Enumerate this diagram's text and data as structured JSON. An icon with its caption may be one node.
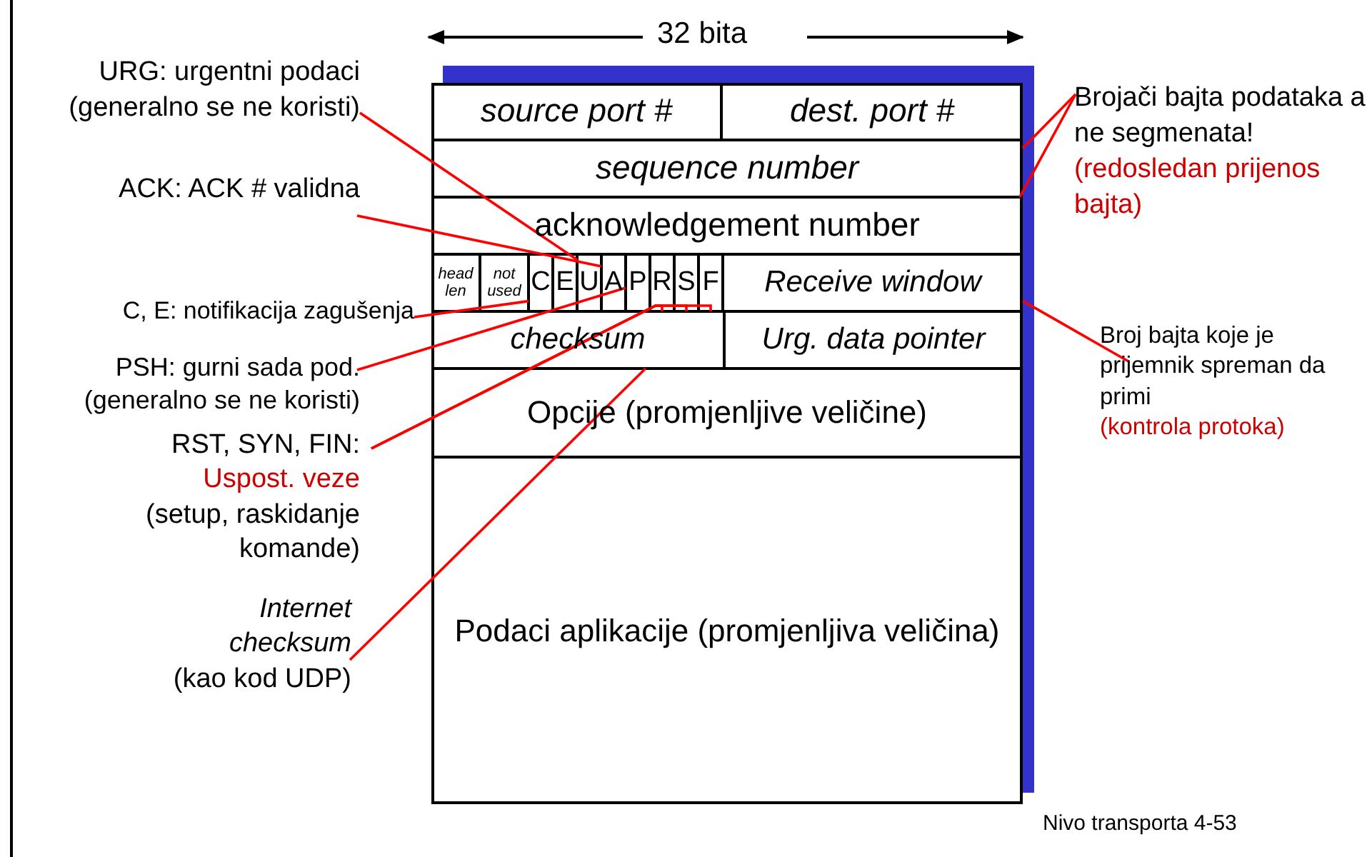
{
  "diagram": {
    "nodes": [
      {
        "text": [],
        "shape": "box"
      },
      {
        "text": [
          "source port #"
        ],
        "in": 0
      },
      {
        "text": [
          "dest. port #"
        ],
        "in": 0
      },
      {
        "text": [
          "sequence number"
        ],
        "in": 0
      },
      {
        "text": [
          "acknowledgement number"
        ],
        "in": 0
      },
      {
        "text": [
          "head len"
        ],
        "in": 0
      },
      {
        "text": [
          "not used"
        ],
        "in": 0
      },
      {
        "text": [
          "C"
        ],
        "in": 0
      },
      {
        "text": [
          "E"
        ],
        "in": 0
      },
      {
        "text": [
          "U"
        ],
        "in": 0
      },
      {
        "text": [
          "A"
        ],
        "in": 0
      },
      {
        "text": [
          "P"
        ],
        "in": 0
      },
      {
        "text": [
          "R"
        ],
        "in": 0
      },
      {
        "text": [
          "S"
        ],
        "in": 0
      },
      {
        "text": [
          "F"
        ],
        "in": 0
      },
      {
        "text": [
          "Receive window"
        ],
        "in": 0
      },
      {
        "text": [
          "checksum"
        ],
        "in": 0
      },
      {
        "text": [
          "Urg. data pointer"
        ],
        "in": 0
      },
      {
        "text": [
          "Opcije (promjenljive veličine)"
        ],
        "in": 0
      },
      {
        "text": [
          "Podaci aplikacije (promjenljiva veličina)"
        ],
        "in": 0
      },
      {
        "text": [
          "URG: urgentni podaci (generalno se ne koristi)"
        ]
      },
      {
        "text": [
          "ACK: ACK # validna"
        ]
      },
      {
        "text": [
          "C, E: notifikacija zagušenja"
        ]
      },
      {
        "text": [
          "PSH: gurni sada pod. (generalno se ne koristi)"
        ]
      },
      {
        "text": [
          "RST, SYN, FIN:",
          "Uspost. veze",
          "(setup, raskidanje komande)"
        ]
      },
      {
        "text": [
          "Internet checksum",
          "(kao kod UDP)"
        ]
      },
      {
        "text": [
          "Brojači bajta podataka a ne segmenata!",
          "(redosledan prijenos bajta)"
        ]
      },
      {
        "text": [
          "Broj bajta koje je prijemnik spreman da primi",
          "(kontrola protoka)"
        ]
      }
    ],
    "edges": [
      {
        "from": 20,
        "to": 9,
        "arrow": "none"
      },
      {
        "from": 21,
        "to": 10,
        "arrow": "none"
      },
      {
        "from": 22,
        "to": 7,
        "arrow": "none"
      },
      {
        "from": 23,
        "to": 11,
        "arrow": "none"
      },
      {
        "from": 24,
        "to": 12,
        "arrow": "none"
      },
      {
        "from": 24,
        "to": 13,
        "arrow": "none"
      },
      {
        "from": 24,
        "to": 14,
        "arrow": "none"
      },
      {
        "from": 25,
        "to": 16,
        "arrow": "none"
      },
      {
        "from": 26,
        "to": 3,
        "arrow": "none"
      },
      {
        "from": 26,
        "to": 4,
        "arrow": "none"
      },
      {
        "from": 27,
        "to": 15,
        "arrow": "none"
      }
    ],
    "labels": [
      "32 bita",
      "Nivo transporta 4-53"
    ]
  }
}
